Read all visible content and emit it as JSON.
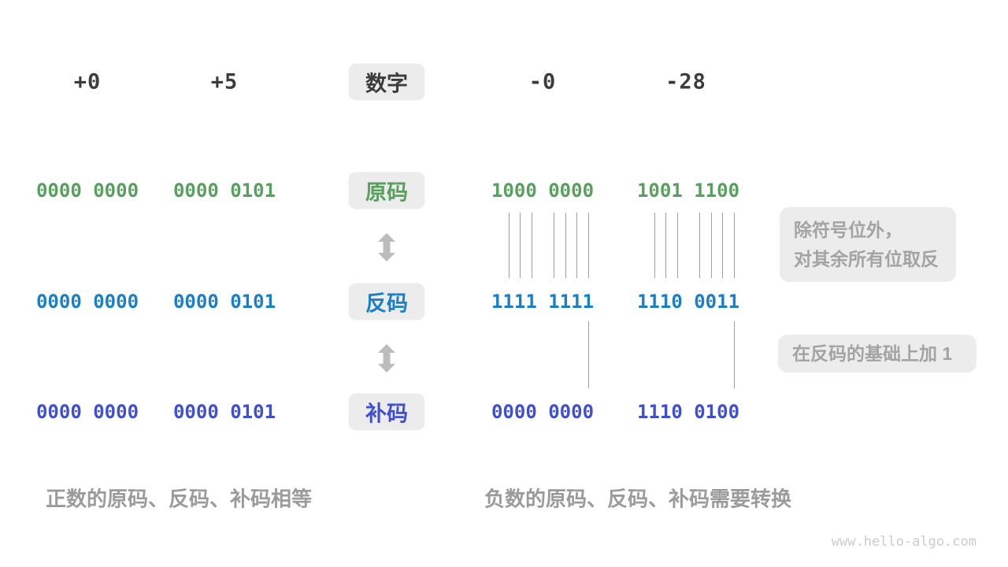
{
  "header": {
    "col1": "+0",
    "col2": "+5",
    "label": "数字",
    "col3": "-0",
    "col4": "-28"
  },
  "rows": {
    "sign_magnitude": {
      "label": "原码",
      "col1": "0000 0000",
      "col2": "0000 0101",
      "col3": "1000 0000",
      "col4": "1001 1100"
    },
    "ones_complement": {
      "label": "反码",
      "col1": "0000 0000",
      "col2": "0000 0101",
      "col3": "1111 1111",
      "col4": "1110 0011"
    },
    "twos_complement": {
      "label": "补码",
      "col1": "0000 0000",
      "col2": "0000 0101",
      "col3": "0000 0000",
      "col4": "1110 0100"
    }
  },
  "annotations": {
    "invert_line1": "除符号位外，",
    "invert_line2": "对其余所有位取反",
    "add_one": "在反码的基础上加 1"
  },
  "captions": {
    "positive": "正数的原码、反码、补码相等",
    "negative": "负数的原码、反码、补码需要转换"
  },
  "watermark": "www.hello-algo.com",
  "icons": {
    "transform_arrow": "up-down-arrow"
  },
  "colors": {
    "sign_magnitude": "#58a05d",
    "ones_complement": "#1c7fc5",
    "twos_complement": "#404fd0",
    "number_text": "#3c3c3c",
    "caption": "#9b9b9b",
    "annotation_text": "#a3a3a3",
    "box_bg": "#ececec",
    "arrow": "#bcbcbc",
    "tick_line": "#9e9e9e",
    "watermark": "#cccccc"
  }
}
